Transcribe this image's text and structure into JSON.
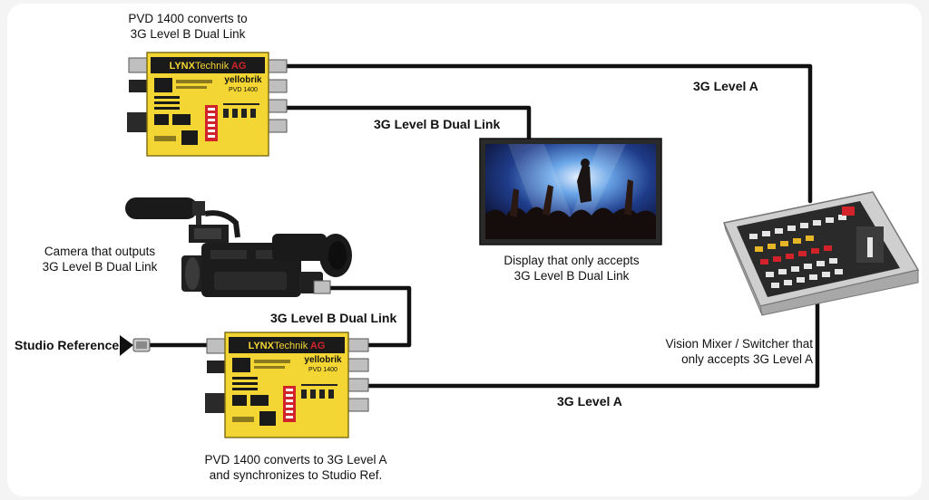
{
  "captions": {
    "top_converter": [
      "PVD 1400 converts to",
      "3G Level B Dual Link"
    ],
    "camera": [
      "Camera that outputs",
      "3G Level B Dual Link"
    ],
    "display": [
      "Display that only accepts",
      "3G Level B Dual Link"
    ],
    "mixer": [
      "Vision Mixer / Switcher that",
      "only accepts 3G Level A"
    ],
    "bottom_converter": [
      "PVD 1400 converts to 3G Level A",
      "and synchronizes to Studio Ref."
    ]
  },
  "links": {
    "top_to_mixer": "3G Level A",
    "top_to_display": "3G Level B Dual Link",
    "camera_to_bottom": "3G Level B Dual Link",
    "bottom_to_mixer": "3G Level A",
    "studio_reference": "Studio Reference"
  },
  "device": {
    "brand": "LYNXTechnik AG",
    "brand_lynx": "LYNX",
    "brand_technik": "Technik",
    "brand_ag": "AG",
    "product_line": "yellobrik",
    "model": "PVD 1400"
  },
  "colors": {
    "device_yellow": "#f3d533",
    "cable": "#111111",
    "brand_red": "#d2232a"
  }
}
